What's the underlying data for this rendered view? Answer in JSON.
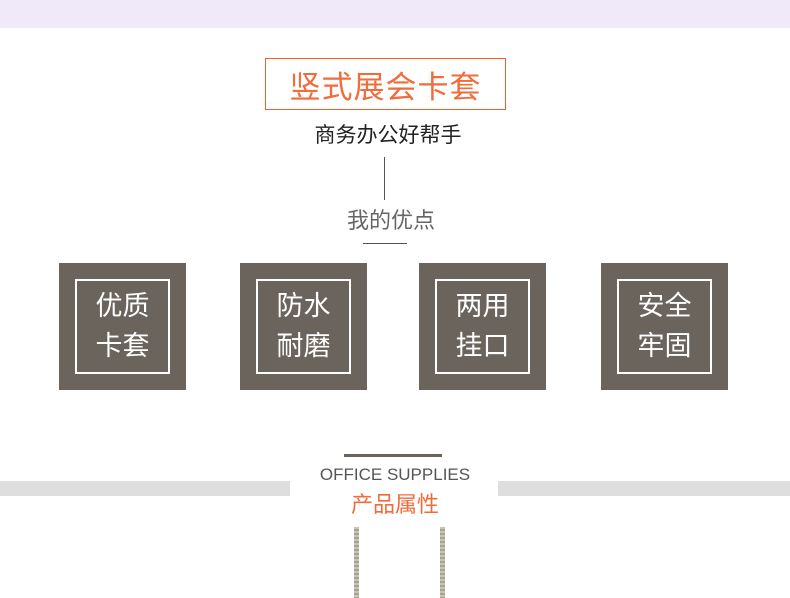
{
  "header": {
    "title": "竖式展会卡套",
    "subtitle": "商务办公好帮手"
  },
  "advantages": {
    "heading": "我的优点",
    "items": [
      {
        "line1": "优质",
        "line2": "卡套"
      },
      {
        "line1": "防水",
        "line2": "耐磨"
      },
      {
        "line1": "两用",
        "line2": "挂口"
      },
      {
        "line1": "安全",
        "line2": "牢固"
      }
    ]
  },
  "section": {
    "english": "OFFICE SUPPLIES",
    "chinese": "产品属性"
  }
}
